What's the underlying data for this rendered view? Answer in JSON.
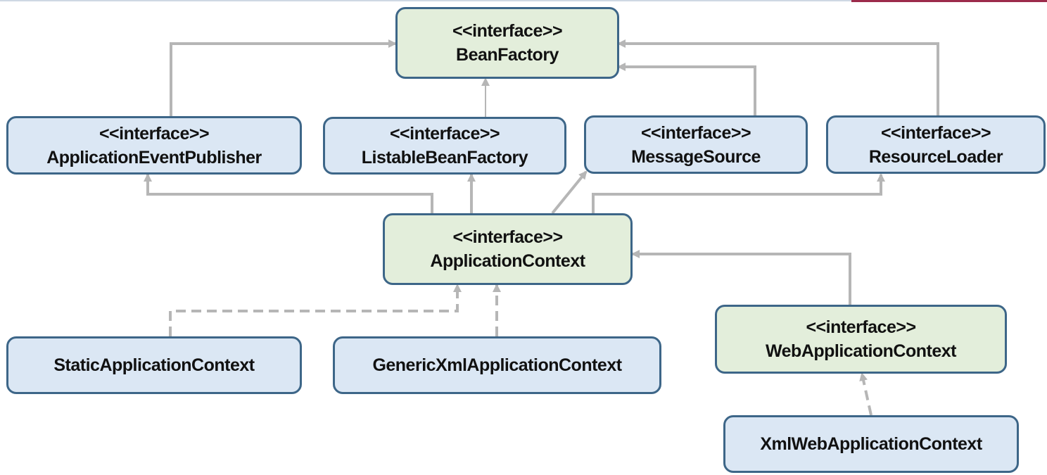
{
  "colors": {
    "interface_fill": "#e3eedb",
    "class_fill": "#dbe7f4",
    "border": "#3d6688",
    "edge": "#b6b6b6"
  },
  "nodes": {
    "bean_factory": {
      "stereotype": "<<interface>>",
      "name": "BeanFactory"
    },
    "application_event_publisher": {
      "stereotype": "<<interface>>",
      "name": "ApplicationEventPublisher"
    },
    "listable_bean_factory": {
      "stereotype": "<<interface>>",
      "name": "ListableBeanFactory"
    },
    "message_source": {
      "stereotype": "<<interface>>",
      "name": "MessageSource"
    },
    "resource_loader": {
      "stereotype": "<<interface>>",
      "name": "ResourceLoader"
    },
    "application_context": {
      "stereotype": "<<interface>>",
      "name": "ApplicationContext"
    },
    "static_application_context": {
      "name": "StaticApplicationContext"
    },
    "generic_xml_application_context": {
      "name": "GenericXmlApplicationContext"
    },
    "web_application_context": {
      "stereotype": "<<interface>>",
      "name": "WebApplicationContext"
    },
    "xml_web_application_context": {
      "name": "XmlWebApplicationContext"
    }
  },
  "edges": [
    {
      "from": "application_event_publisher",
      "to": "bean_factory",
      "style": "solid"
    },
    {
      "from": "listable_bean_factory",
      "to": "bean_factory",
      "style": "solid"
    },
    {
      "from": "message_source",
      "to": "bean_factory",
      "style": "solid"
    },
    {
      "from": "resource_loader",
      "to": "bean_factory",
      "style": "solid"
    },
    {
      "from": "application_context",
      "to": "application_event_publisher",
      "style": "solid"
    },
    {
      "from": "application_context",
      "to": "listable_bean_factory",
      "style": "solid"
    },
    {
      "from": "application_context",
      "to": "message_source",
      "style": "solid"
    },
    {
      "from": "application_context",
      "to": "resource_loader",
      "style": "solid"
    },
    {
      "from": "static_application_context",
      "to": "application_context",
      "style": "dashed"
    },
    {
      "from": "generic_xml_application_context",
      "to": "application_context",
      "style": "dashed"
    },
    {
      "from": "web_application_context",
      "to": "application_context",
      "style": "solid"
    },
    {
      "from": "xml_web_application_context",
      "to": "web_application_context",
      "style": "dashed"
    }
  ]
}
